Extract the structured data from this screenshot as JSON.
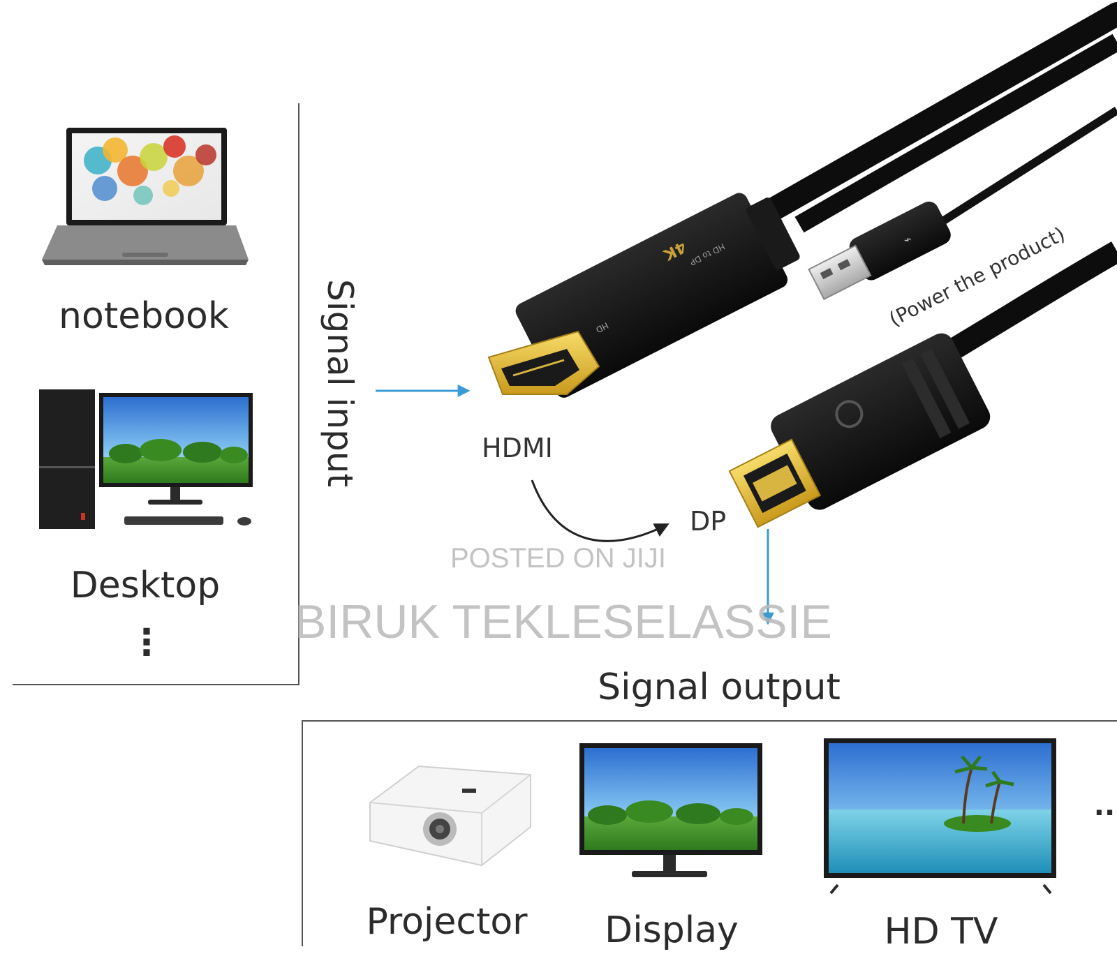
{
  "sources": {
    "notebook_label": "notebook",
    "desktop_label": "Desktop",
    "more_mark": "⋮"
  },
  "signal_input_label": "Signal input",
  "connectors": {
    "hdmi_label": "HDMI",
    "dp_label": "DP",
    "power_label": "(Power the product)",
    "adapter_badge": "4K",
    "adapter_small_text": "HD to DP",
    "adapter_hd_mark": "HD"
  },
  "signal_output_label": "Signal output",
  "outputs": {
    "projector_label": "Projector",
    "display_label": "Display",
    "hdtv_label": "HD TV",
    "more_mark": ".."
  },
  "watermark": {
    "line1": "POSTED ON JIJI",
    "line2": "BIRUK TEKLESELASSIE"
  },
  "colors": {
    "arrow_blue": "#3a9bd6",
    "cable_black": "#111111",
    "gold": "#e8c33a",
    "text": "#2b2b2b",
    "watermark": "#b9b9b9"
  }
}
